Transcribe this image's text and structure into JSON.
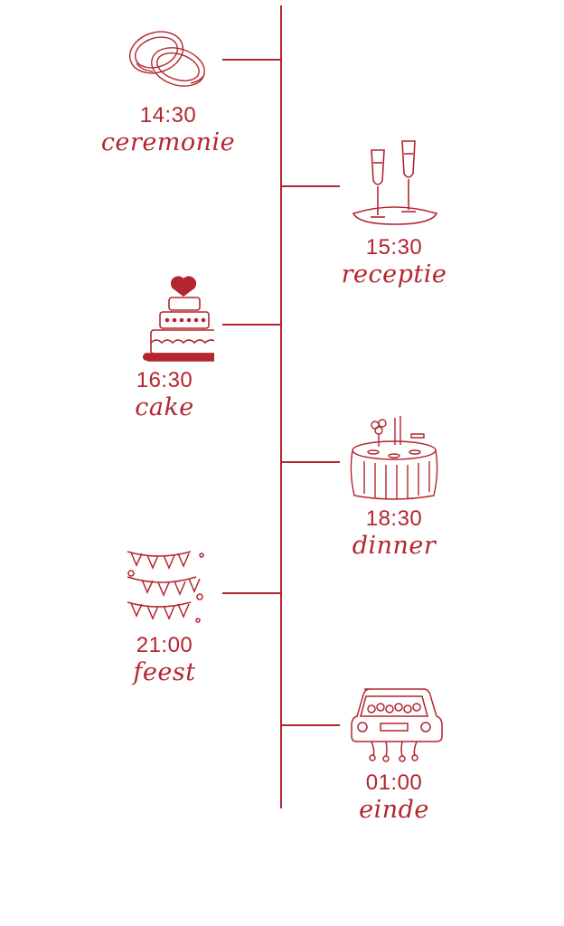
{
  "accent_color": "#b3252f",
  "events": [
    {
      "time": "14:30",
      "label": "ceremonie",
      "icon": "wedding-rings-icon"
    },
    {
      "time": "15:30",
      "label": "receptie",
      "icon": "champagne-glasses-icon"
    },
    {
      "time": "16:30",
      "label": "cake",
      "icon": "wedding-cake-icon"
    },
    {
      "time": "18:30",
      "label": "dinner",
      "icon": "dinner-table-icon"
    },
    {
      "time": "21:00",
      "label": "feest",
      "icon": "bunting-flags-icon"
    },
    {
      "time": "01:00",
      "label": "einde",
      "icon": "wedding-car-icon"
    }
  ]
}
